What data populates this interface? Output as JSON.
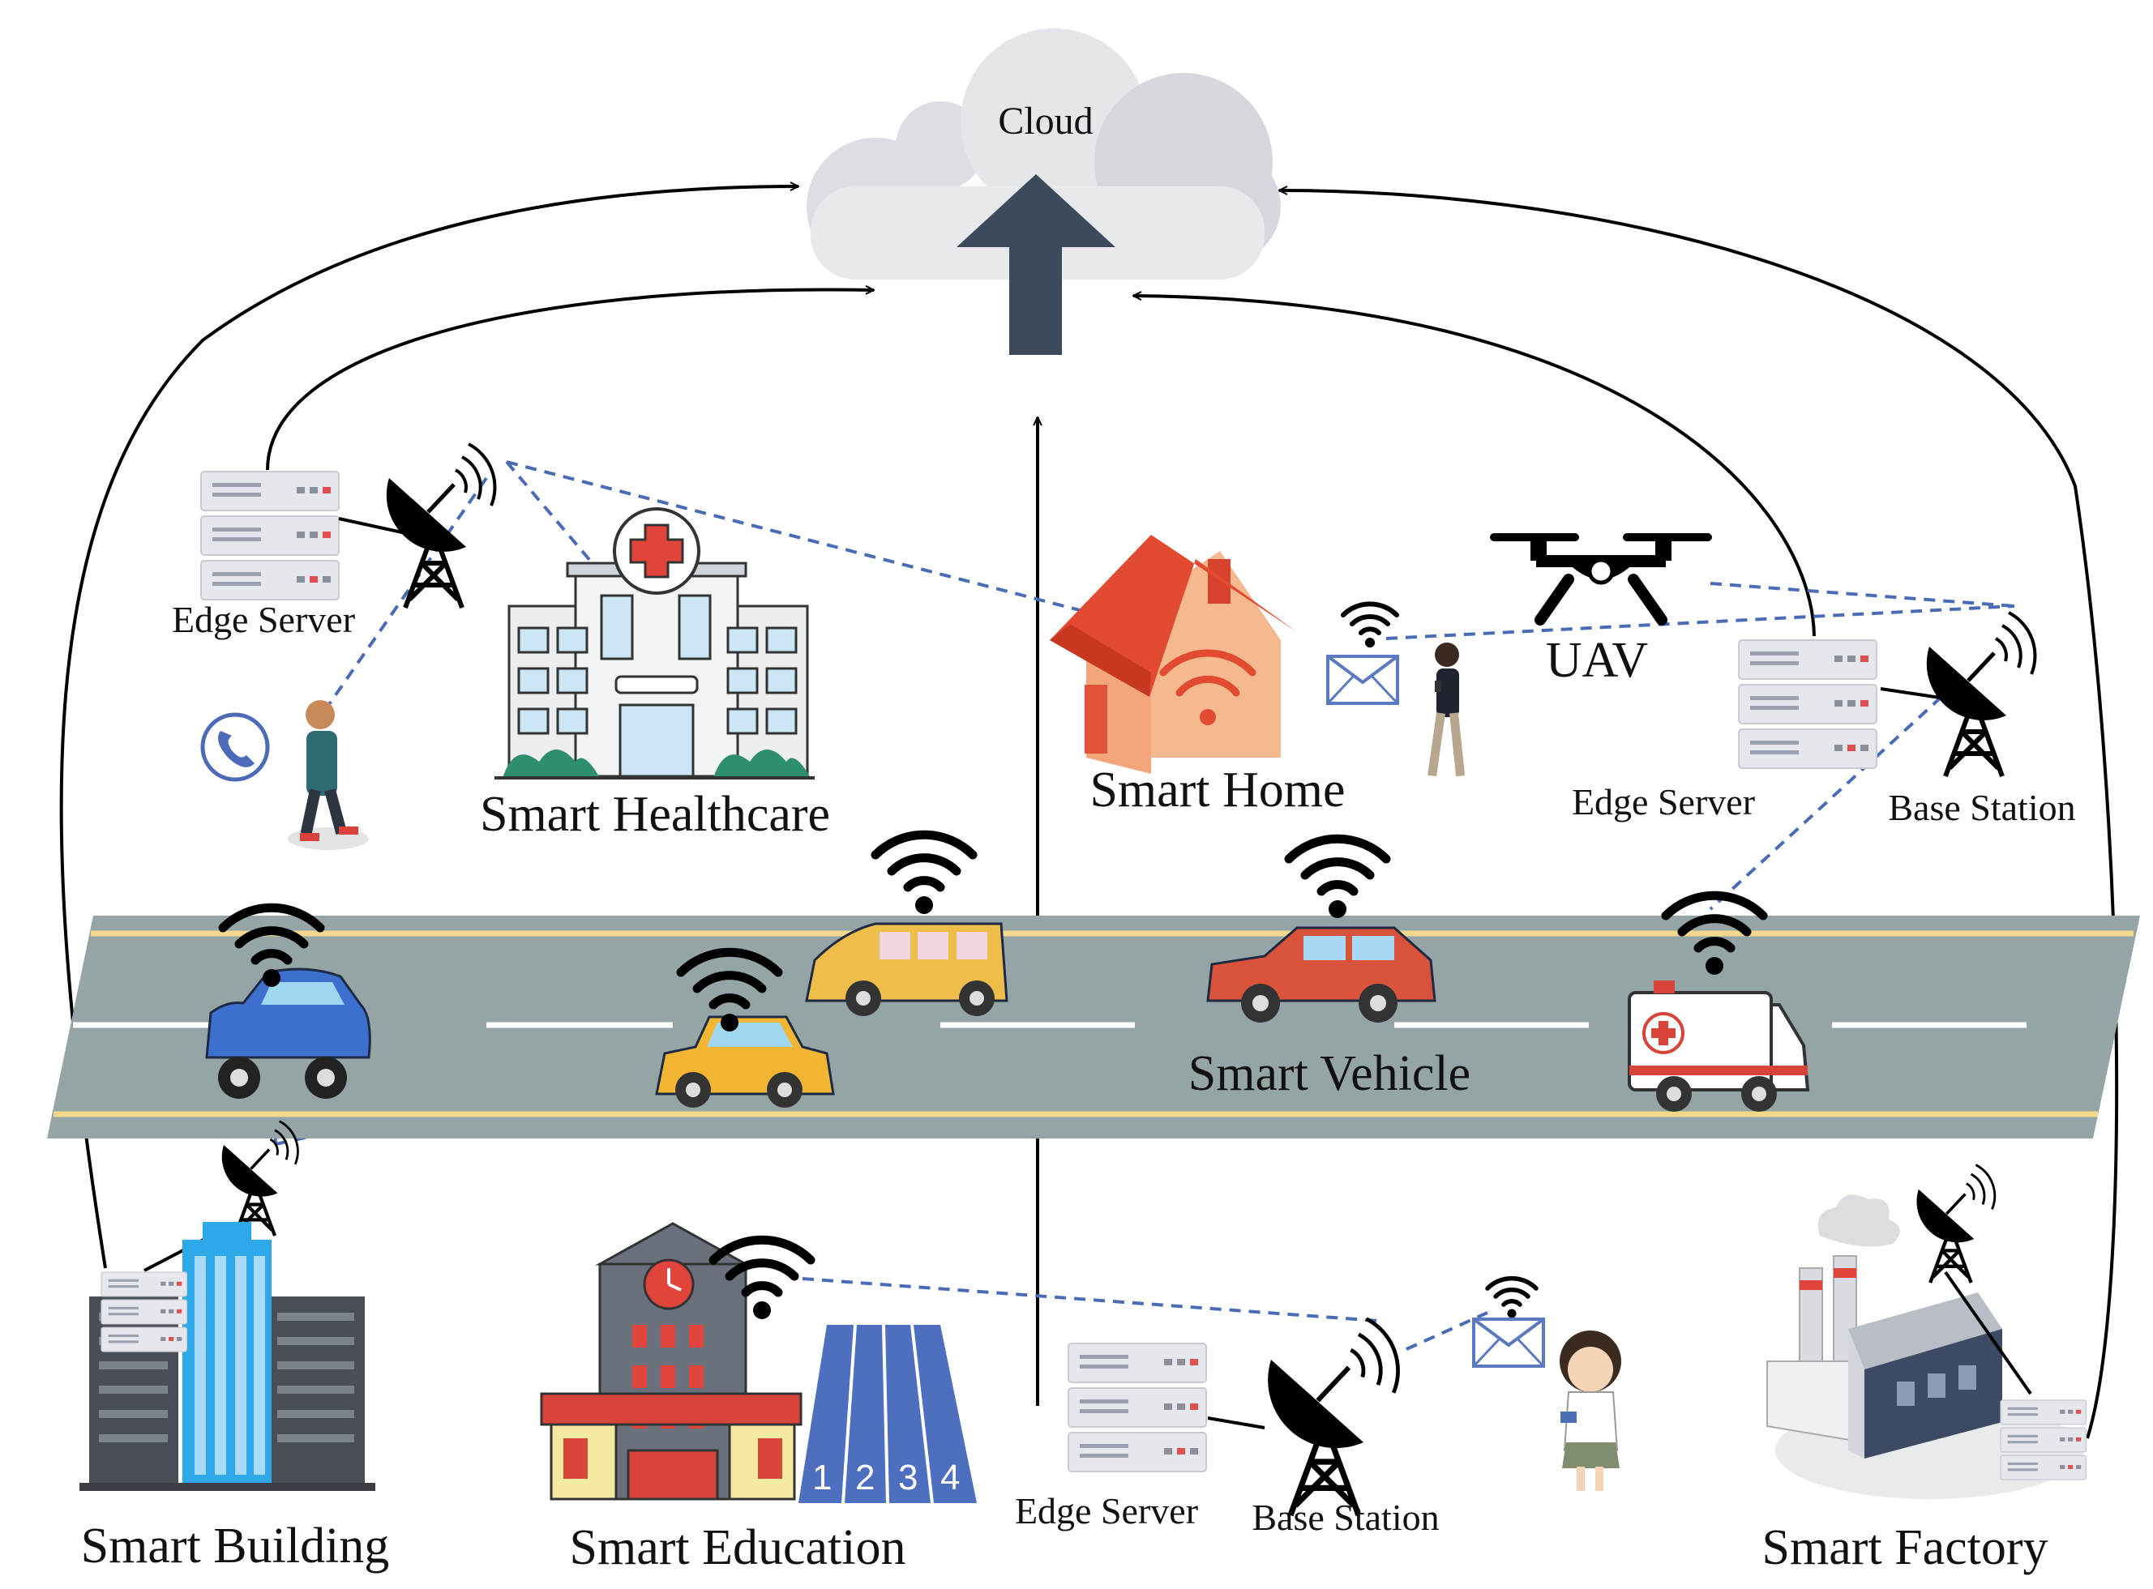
{
  "labels": {
    "cloud": "Cloud",
    "edge_server_left": "Edge Server",
    "smart_healthcare": "Smart Healthcare",
    "smart_home": "Smart Home",
    "uav": "UAV",
    "edge_server_right": "Edge Server",
    "base_station_right": "Base Station",
    "smart_vehicle": "Smart Vehicle",
    "smart_building": "Smart Building",
    "smart_education": "Smart Education",
    "edge_server_bottom": "Edge Server",
    "base_station_bottom": "Base Station",
    "smart_factory": "Smart Factory"
  },
  "track_numbers": [
    "1",
    "2",
    "3",
    "4"
  ],
  "colors": {
    "dashed_link": "#4a6bb5",
    "road": "#95a5a6",
    "road_edge": "#f1d88a",
    "cloud": "#e4e6ea",
    "cloud_arrow": "#3c4a5c"
  },
  "icons": [
    "cloud-icon",
    "upload-arrow-icon",
    "server-rack-icon",
    "satellite-dish-icon",
    "wifi-icon",
    "envelope-icon",
    "phone-call-icon",
    "drone-icon",
    "hospital-icon",
    "house-icon",
    "car-icon",
    "van-icon",
    "ambulance-icon",
    "skyscraper-icon",
    "school-icon",
    "factory-icon",
    "person-icon"
  ]
}
